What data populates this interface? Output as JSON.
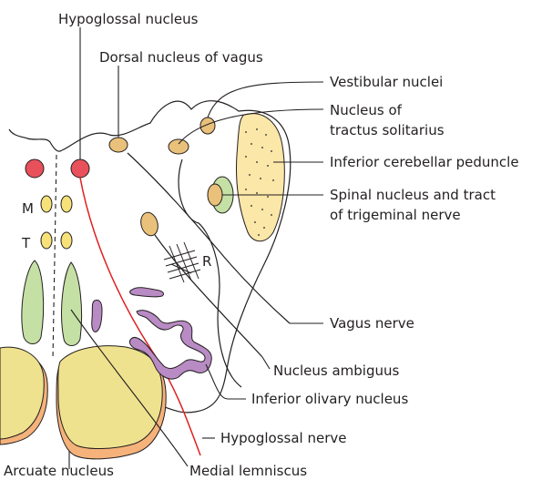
{
  "labels": {
    "hypoglossal_nucleus": "Hypoglossal nucleus",
    "dorsal_nucleus_of_vagus": "Dorsal nucleus of vagus",
    "vestibular_nuclei": "Vestibular nuclei",
    "nucleus_of_tractus_solitarius_line1": "Nucleus of",
    "nucleus_of_tractus_solitarius_line2": "tractus solitarius",
    "inferior_cerebellar_peduncle": "Inferior cerebellar peduncle",
    "spinal_trigeminal_line1": "Spinal nucleus and tract",
    "spinal_trigeminal_line2": "of trigeminal nerve",
    "vagus_nerve": "Vagus nerve",
    "nucleus_ambiguus": "Nucleus ambiguus",
    "inferior_olivary_nucleus": "Inferior olivary nucleus",
    "hypoglossal_nerve": "Hypoglossal nerve",
    "arcuate_nucleus": "Arcuate nucleus",
    "medial_lemniscus": "Medial lemniscus",
    "marker_m": "M",
    "marker_t": "T",
    "marker_r": "R"
  },
  "colors": {
    "red_nucleus_fill": "#e8505b",
    "red_nerve": "#e02020",
    "yellow_fill": "#f7e27a",
    "pyramid_yellow": "#efe28e",
    "tan_fill": "#e9c17a",
    "green_fill": "#c5e0a5",
    "purple_fill": "#b98bc4",
    "peduncle_fill": "#fbe7a8",
    "arcuate_fill": "#f5b27a",
    "outline": "#231f20"
  }
}
